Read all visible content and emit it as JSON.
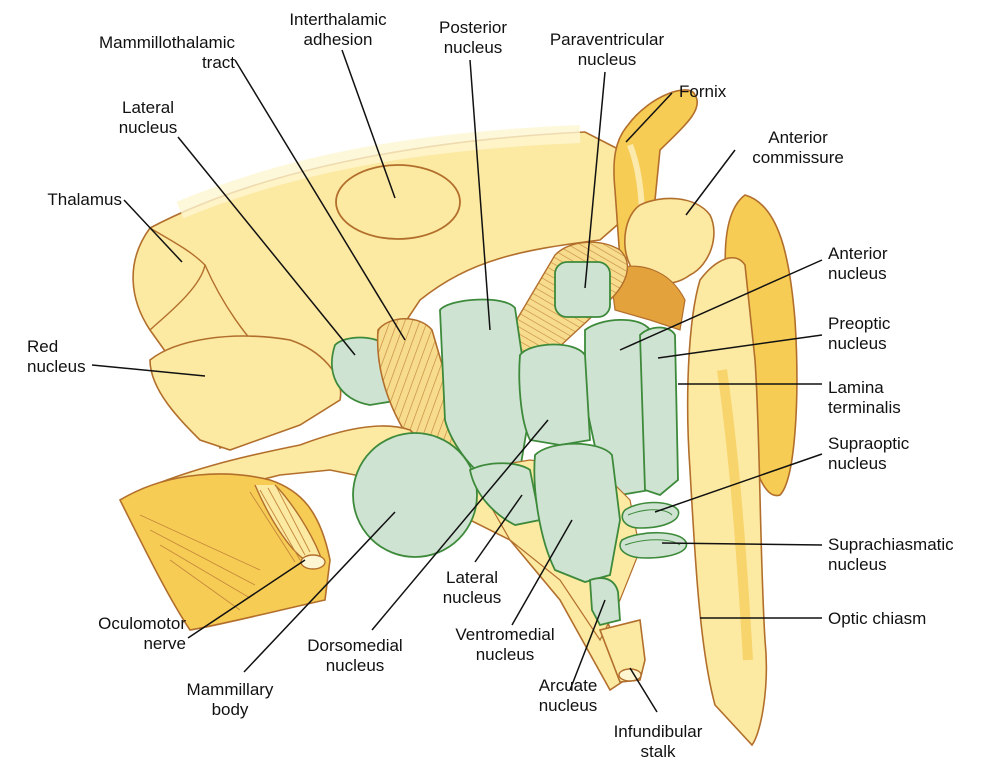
{
  "colors": {
    "yellow_fill": "#fce9a2",
    "yellow_light": "#fef6d2",
    "yellow_deep": "#f6cc55",
    "outline_brown": "#b26f2c",
    "nucleus_fill": "#cfe3d3",
    "nucleus_stroke": "#3e8a3b",
    "orange_gap": "#e3a23c",
    "leader": "#111111"
  },
  "labels": {
    "interthalamic_adhesion": "Interthalamic\nadhesion",
    "posterior_nucleus": "Posterior\nnucleus",
    "paraventricular_nucleus": "Paraventricular\nnucleus",
    "mammillothalamic_tract": "Mammillothalamic\ntract",
    "fornix": "Fornix",
    "lateral_nucleus_top": "Lateral\nnucleus",
    "anterior_commissure": "Anterior\ncommissure",
    "thalamus": "Thalamus",
    "anterior_nucleus": "Anterior\nnucleus",
    "preoptic_nucleus": "Preoptic\nnucleus",
    "red_nucleus": "Red\nnucleus",
    "lamina_terminalis": "Lamina\nterminalis",
    "supraoptic_nucleus": "Supraoptic\nnucleus",
    "suprachiasmatic_nucleus": "Suprachiasmatic\nnucleus",
    "lateral_nucleus_bottom": "Lateral\nnucleus",
    "optic_chiasm": "Optic chiasm",
    "oculomotor_nerve": "Oculomotor\nnerve",
    "ventromedial_nucleus": "Ventromedial\nnucleus",
    "dorsomedial_nucleus": "Dorsomedial\nnucleus",
    "arcuate_nucleus": "Arcuate\nnucleus",
    "mammillary_body": "Mammillary\nbody",
    "infundibular_stalk": "Infundibular\nstalk"
  }
}
